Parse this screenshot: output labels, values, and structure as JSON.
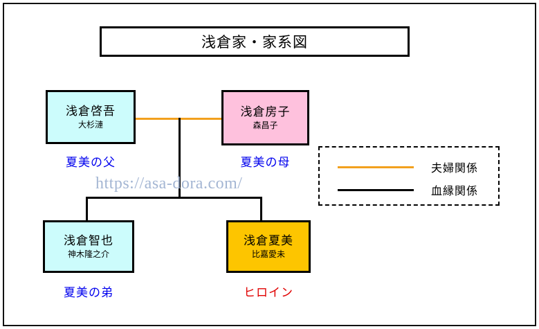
{
  "title": {
    "text": "浅倉家・家系図"
  },
  "people": {
    "father": {
      "name": "浅倉啓吾",
      "actor": "大杉漣",
      "caption": "夏美の父",
      "fill": "#ccfcfc",
      "caption_color": "#0000ee"
    },
    "mother": {
      "name": "浅倉房子",
      "actor": "森昌子",
      "caption": "夏美の母",
      "fill": "#fec1dd",
      "caption_color": "#0000ee"
    },
    "brother": {
      "name": "浅倉智也",
      "actor": "神木隆之介",
      "caption": "夏美の弟",
      "fill": "#ccfcfc",
      "caption_color": "#0000ee"
    },
    "heroine": {
      "name": "浅倉夏美",
      "actor": "比嘉愛未",
      "caption": "ヒロイン",
      "fill": "#fdc500",
      "caption_color": "#e00000"
    }
  },
  "legend": {
    "marriage_label": "夫婦関係",
    "marriage_color": "#f2a01e",
    "blood_label": "血縁関係",
    "blood_color": "#000000"
  },
  "watermark": {
    "text": "https://asa-dora.com/"
  }
}
